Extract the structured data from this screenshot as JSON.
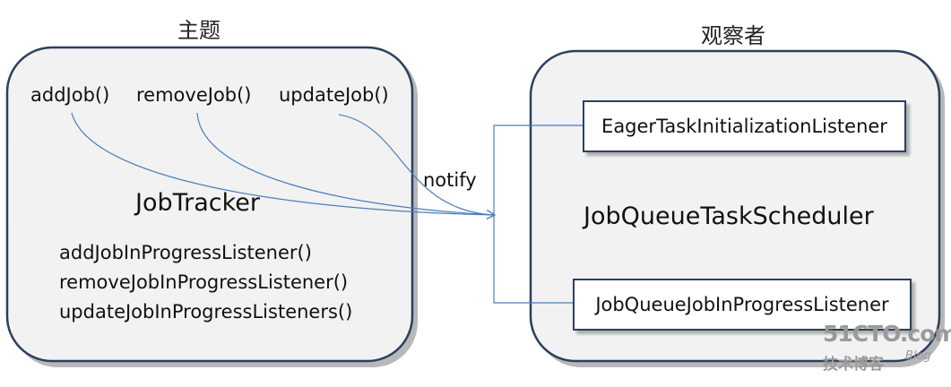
{
  "subject": {
    "title": "主题",
    "component": "JobTracker",
    "events": [
      "addJob()",
      "removeJob()",
      "updateJob()"
    ],
    "listener_methods": [
      "addJobInProgressListener()",
      "removeJobInProgressListener()",
      "updateJobInProgressListeners()"
    ]
  },
  "observer": {
    "title": "观察者",
    "component": "JobQueueTaskScheduler",
    "listeners": [
      "EagerTaskInitializationListener",
      "JobQueueJobInProgressListener"
    ]
  },
  "arrow_label": "notify",
  "watermark": {
    "main": "51CTO.com",
    "sub": "技术博客",
    "blog": "Blog"
  },
  "colors": {
    "box_fill": "#f2f2f2",
    "box_border": "#2b3f5f",
    "arrow": "#4a7ebb"
  }
}
